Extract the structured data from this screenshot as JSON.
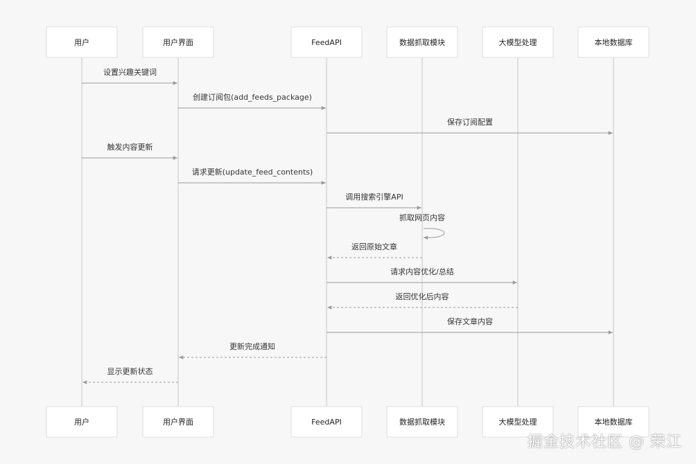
{
  "participants": [
    {
      "id": "user",
      "label": "用户"
    },
    {
      "id": "ui",
      "label": "用户界面"
    },
    {
      "id": "api",
      "label": "FeedAPI"
    },
    {
      "id": "crawler",
      "label": "数据抓取模块"
    },
    {
      "id": "llm",
      "label": "大模型处理"
    },
    {
      "id": "db",
      "label": "本地数据库"
    }
  ],
  "messages": [
    {
      "from": "user",
      "to": "ui",
      "label": "设置兴趣关键词",
      "style": "solid"
    },
    {
      "from": "ui",
      "to": "api",
      "label": "创建订阅包(add_feeds_package)",
      "style": "solid"
    },
    {
      "from": "api",
      "to": "db",
      "label": "保存订阅配置",
      "style": "solid"
    },
    {
      "from": "user",
      "to": "ui",
      "label": "触发内容更新",
      "style": "solid"
    },
    {
      "from": "ui",
      "to": "api",
      "label": "请求更新(update_feed_contents)",
      "style": "solid"
    },
    {
      "from": "api",
      "to": "crawler",
      "label": "调用搜索引擎API",
      "style": "solid"
    },
    {
      "from": "crawler",
      "to": "crawler",
      "label": "抓取网页内容",
      "style": "self"
    },
    {
      "from": "crawler",
      "to": "api",
      "label": "返回原始文章",
      "style": "dashed"
    },
    {
      "from": "api",
      "to": "llm",
      "label": "请求内容优化/总结",
      "style": "solid"
    },
    {
      "from": "llm",
      "to": "api",
      "label": "返回优化后内容",
      "style": "dashed"
    },
    {
      "from": "api",
      "to": "db",
      "label": "保存文章内容",
      "style": "solid"
    },
    {
      "from": "api",
      "to": "ui",
      "label": "更新完成通知",
      "style": "dashed"
    },
    {
      "from": "ui",
      "to": "user",
      "label": "显示更新状态",
      "style": "dashed"
    }
  ],
  "watermark": "掘金技术社区 @ 荣江",
  "colors": {
    "background": "#f7f7f8",
    "box_fill": "#ffffff",
    "box_border": "#dcdcde",
    "lifeline": "#c4c4c6",
    "arrow": "#9a9a9c",
    "text": "#222222"
  }
}
